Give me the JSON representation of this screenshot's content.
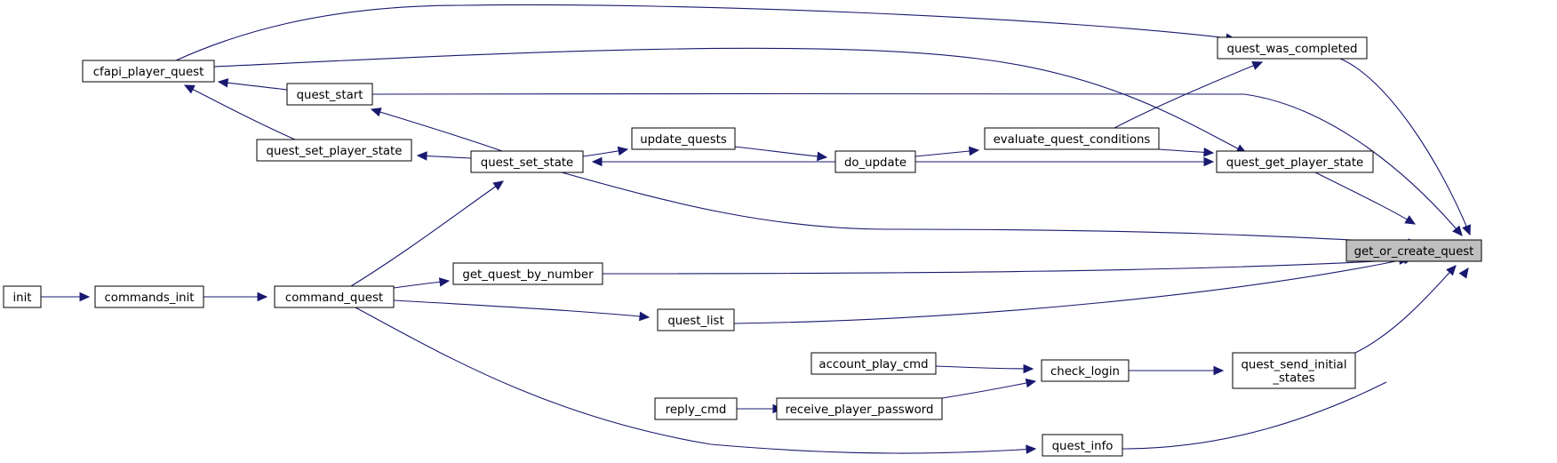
{
  "graph": {
    "colors": {
      "edge": "#191970",
      "root_fill": "#bfbfbf",
      "node_fill": "#ffffff",
      "node_border": "#000000"
    },
    "nodes": [
      {
        "id": "get_or_create_quest",
        "lines": [
          "get_or_create_quest"
        ],
        "root": true
      },
      {
        "id": "quest_was_completed",
        "lines": [
          "quest_was_completed"
        ]
      },
      {
        "id": "cfapi_player_quest",
        "lines": [
          "cfapi_player_quest"
        ]
      },
      {
        "id": "quest_start",
        "lines": [
          "quest_start"
        ]
      },
      {
        "id": "quest_set_player_state",
        "lines": [
          "quest_set_player_state"
        ]
      },
      {
        "id": "quest_set_state",
        "lines": [
          "quest_set_state"
        ]
      },
      {
        "id": "update_quests",
        "lines": [
          "update_quests"
        ]
      },
      {
        "id": "do_update",
        "lines": [
          "do_update"
        ]
      },
      {
        "id": "evaluate_quest_conditions",
        "lines": [
          "evaluate_quest_conditions"
        ]
      },
      {
        "id": "quest_get_player_state",
        "lines": [
          "quest_get_player_state"
        ]
      },
      {
        "id": "get_quest_by_number",
        "lines": [
          "get_quest_by_number"
        ]
      },
      {
        "id": "command_quest",
        "lines": [
          "command_quest"
        ]
      },
      {
        "id": "commands_init",
        "lines": [
          "commands_init"
        ]
      },
      {
        "id": "init",
        "lines": [
          "init"
        ]
      },
      {
        "id": "quest_list",
        "lines": [
          "quest_list"
        ]
      },
      {
        "id": "account_play_cmd",
        "lines": [
          "account_play_cmd"
        ]
      },
      {
        "id": "check_login",
        "lines": [
          "check_login"
        ]
      },
      {
        "id": "quest_send_initial_states",
        "lines": [
          "quest_send_initial",
          "_states"
        ]
      },
      {
        "id": "reply_cmd",
        "lines": [
          "reply_cmd"
        ]
      },
      {
        "id": "receive_player_password",
        "lines": [
          "receive_player_password"
        ]
      },
      {
        "id": "quest_info",
        "lines": [
          "quest_info"
        ]
      }
    ],
    "edges": [
      {
        "from": "cfapi_player_quest",
        "to": "quest_was_completed"
      },
      {
        "from": "quest_was_completed",
        "to": "get_or_create_quest"
      },
      {
        "from": "cfapi_player_quest",
        "to": "quest_get_player_state"
      },
      {
        "from": "quest_start",
        "to": "cfapi_player_quest"
      },
      {
        "from": "quest_start",
        "to": "get_or_create_quest"
      },
      {
        "from": "quest_set_player_state",
        "to": "cfapi_player_quest"
      },
      {
        "from": "quest_set_state",
        "to": "quest_start"
      },
      {
        "from": "quest_set_state",
        "to": "quest_set_player_state"
      },
      {
        "from": "quest_set_state",
        "to": "update_quests"
      },
      {
        "from": "update_quests",
        "to": "do_update"
      },
      {
        "from": "do_update",
        "to": "quest_set_state"
      },
      {
        "from": "do_update",
        "to": "evaluate_quest_conditions"
      },
      {
        "from": "do_update",
        "to": "quest_get_player_state"
      },
      {
        "from": "evaluate_quest_conditions",
        "to": "quest_was_completed"
      },
      {
        "from": "evaluate_quest_conditions",
        "to": "quest_get_player_state"
      },
      {
        "from": "quest_get_player_state",
        "to": "get_or_create_quest"
      },
      {
        "from": "quest_set_state",
        "to": "get_or_create_quest"
      },
      {
        "from": "command_quest",
        "to": "quest_set_state"
      },
      {
        "from": "command_quest",
        "to": "get_quest_by_number"
      },
      {
        "from": "get_quest_by_number",
        "to": "get_or_create_quest"
      },
      {
        "from": "commands_init",
        "to": "command_quest"
      },
      {
        "from": "init",
        "to": "commands_init"
      },
      {
        "from": "command_quest",
        "to": "quest_list"
      },
      {
        "from": "quest_list",
        "to": "get_or_create_quest"
      },
      {
        "from": "account_play_cmd",
        "to": "check_login"
      },
      {
        "from": "check_login",
        "to": "quest_send_initial_states"
      },
      {
        "from": "quest_send_initial_states",
        "to": "get_or_create_quest"
      },
      {
        "from": "reply_cmd",
        "to": "receive_player_password"
      },
      {
        "from": "receive_player_password",
        "to": "check_login"
      },
      {
        "from": "command_quest",
        "to": "quest_info"
      },
      {
        "from": "quest_info",
        "to": "get_or_create_quest"
      }
    ]
  }
}
